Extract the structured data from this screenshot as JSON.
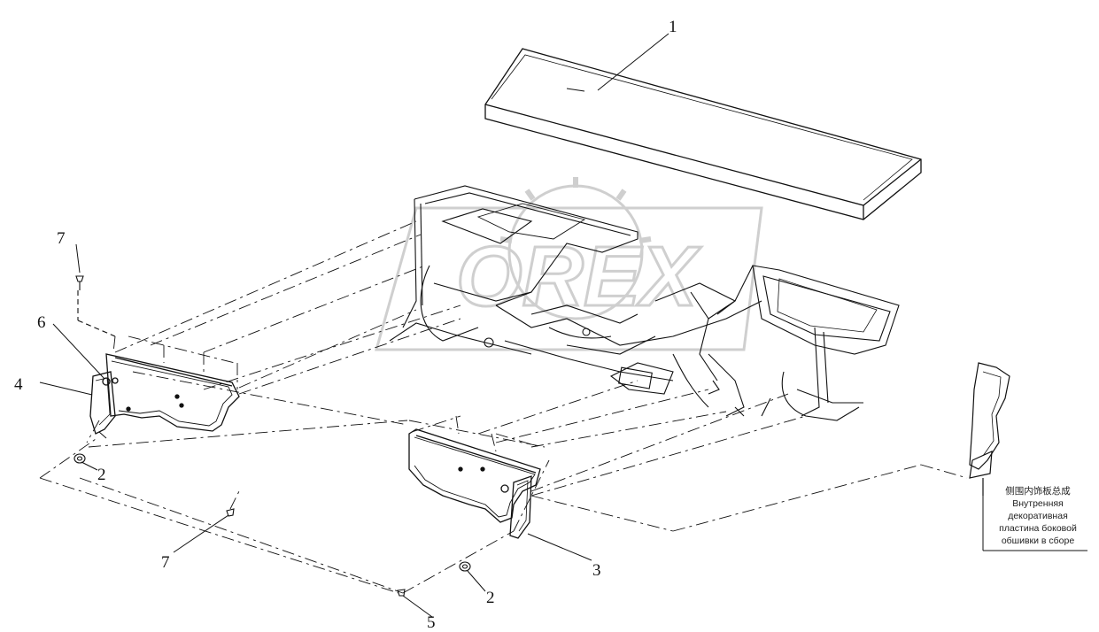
{
  "callouts": {
    "c1": "1",
    "c2a": "2",
    "c2b": "2",
    "c3": "3",
    "c4": "4",
    "c5": "5",
    "c6": "6",
    "c7a": "7",
    "c7b": "7"
  },
  "watermark": "OREX",
  "note": {
    "line1": "侧围内饰板总成",
    "line2": "Внутренняя",
    "line3": "декоративная",
    "line4": "пластина боковой",
    "line5": "обшивки в сборе"
  },
  "colors": {
    "line": "#111111",
    "watermark": "#cfcfcf"
  }
}
